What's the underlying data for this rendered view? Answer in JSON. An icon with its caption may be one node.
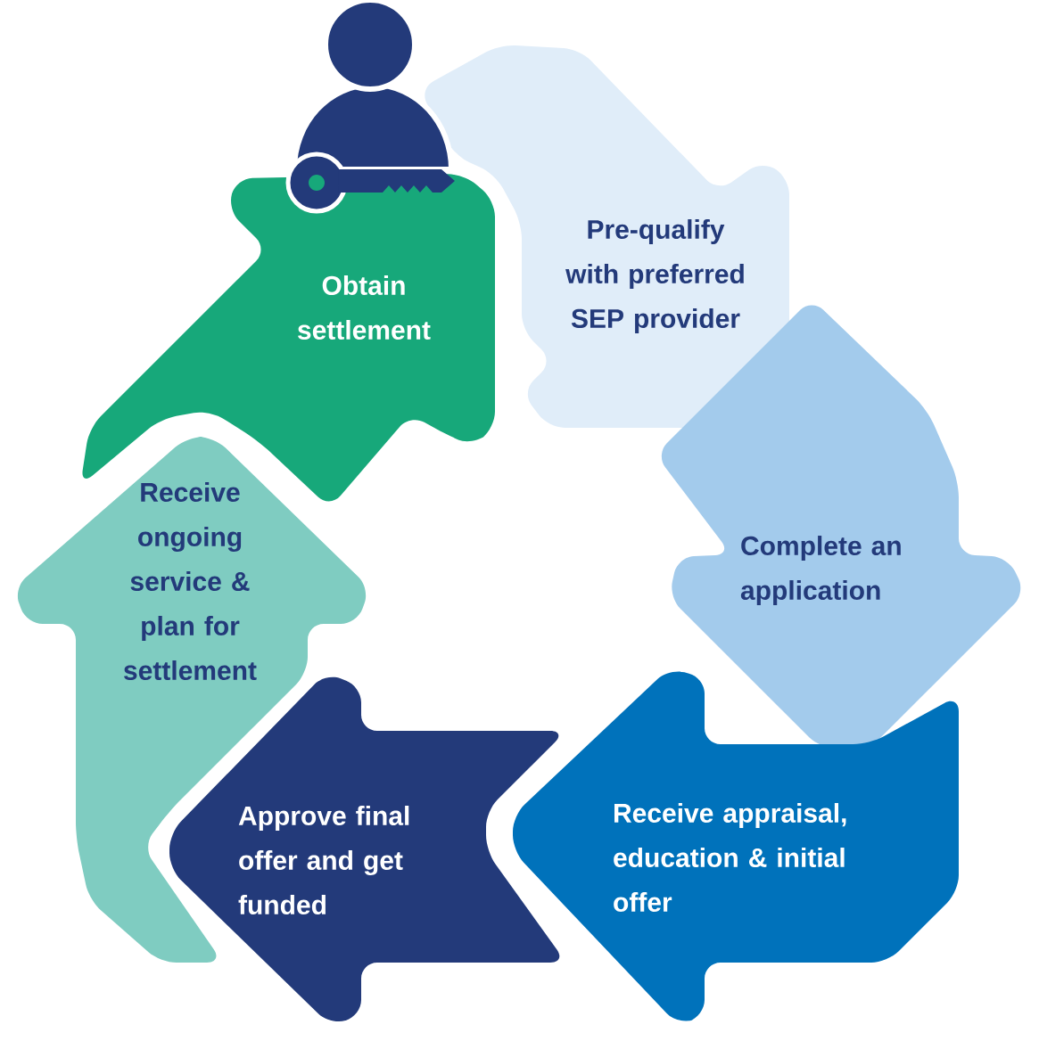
{
  "diagram": {
    "nodes": [
      {
        "text": [
          "Obtain settlement"
        ]
      },
      {
        "text": [
          "Pre-qualify with preferred SEP provider"
        ]
      },
      {
        "text": [
          "Complete an application"
        ]
      },
      {
        "text": [
          "Receive appraisal, education & initial offer"
        ]
      },
      {
        "text": [
          "Approve final offer and get funded"
        ]
      },
      {
        "text": [
          "Receive ongoing service & plan for settlement"
        ]
      }
    ]
  }
}
